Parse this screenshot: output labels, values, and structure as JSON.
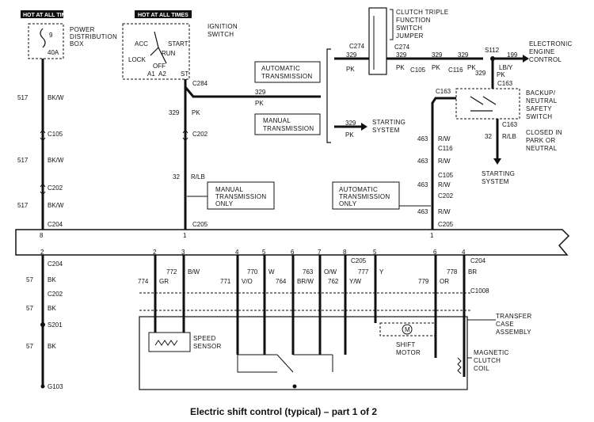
{
  "caption": "Electric shift control (typical) – part 1 of 2",
  "hot_labels": [
    "HOT AT ALL TIMES",
    "HOT AT ALL TIMES"
  ],
  "components": {
    "power_distribution_box": [
      "POWER",
      "DISTRIBUTION",
      "BOX"
    ],
    "fuse_numbers": [
      "9",
      "40A"
    ],
    "ignition_switch": [
      "IGNITION",
      "SWITCH"
    ],
    "ignition_positions": [
      "ACC",
      "LOCK",
      "OFF",
      "RUN",
      "START",
      "A1",
      "A2",
      "ST"
    ],
    "clutch_jumper": [
      "CLUTCH TRIPLE",
      "FUNCTION",
      "SWITCH",
      "JUMPER"
    ],
    "eec": [
      "ELECTRONIC",
      "ENGINE",
      "CONTROL"
    ],
    "auto_trans_1": [
      "AUTOMATIC",
      "TRANSMISSION"
    ],
    "manual_trans_1": [
      "MANUAL",
      "TRANSMISSION"
    ],
    "starting_system_1": [
      "STARTING",
      "SYSTEM"
    ],
    "backup_switch": [
      "BACKUP/",
      "NEUTRAL",
      "SAFETY",
      "SWITCH"
    ],
    "closed_note": [
      "CLOSED IN",
      "PARK OR",
      "NEUTRAL"
    ],
    "starting_system_2": [
      "STARTING",
      "SYSTEM"
    ],
    "manual_only": [
      "MANUAL",
      "TRANSMISSION",
      "ONLY"
    ],
    "auto_only": [
      "AUTOMATIC",
      "TRANSMISSION",
      "ONLY"
    ],
    "transfer_case": [
      "TRANSFER",
      "CASE",
      "ASSEMBLY"
    ],
    "speed_sensor": [
      "SPEED",
      "SENSOR"
    ],
    "shift_motor": [
      "SHIFT",
      "MOTOR"
    ],
    "magnetic_clutch": [
      "MAGNETIC",
      "CLUTCH",
      "COIL"
    ]
  },
  "connectors": [
    "C105",
    "C202",
    "C204",
    "C284",
    "C202",
    "C205",
    "C274",
    "C274",
    "C105",
    "C116",
    "S112",
    "C163",
    "C163",
    "C163",
    "C116",
    "C105",
    "C202",
    "C205",
    "C204",
    "C204",
    "C202",
    "S201",
    "G103",
    "C205",
    "C204",
    "C1008"
  ],
  "left_wire": {
    "circuit": "517",
    "color": "BK/W",
    "gnd_circuit": "57",
    "gnd_color": "BK"
  },
  "ign_wire": {
    "circuit": "329",
    "color": "PK",
    "circuit2": "32",
    "color2": "R/LB"
  },
  "top_wires": [
    {
      "circuit": "329",
      "color": "PK"
    },
    {
      "circuit": "329",
      "color": "PK"
    },
    {
      "circuit": "329",
      "color": "PK"
    },
    {
      "circuit": "329",
      "color": "PK"
    },
    {
      "circuit": "199",
      "color": "LB/Y"
    },
    {
      "circuit": "329",
      "color": "PK"
    },
    {
      "circuit": "32",
      "color": "R/LB"
    }
  ],
  "auto_wire": {
    "circuit": "463",
    "color": "R/W"
  },
  "bus_pins_top": [
    "8",
    "1",
    "1"
  ],
  "bottom_wires": [
    {
      "pin": "2",
      "circuit": "774",
      "color": "GR"
    },
    {
      "pin": "3",
      "circuit": "772",
      "color": "B/W"
    },
    {
      "pin": "4",
      "circuit": "771",
      "color": "V/O"
    },
    {
      "pin": "5",
      "circuit": "770",
      "color": "W"
    },
    {
      "pin": "6",
      "circuit": "764",
      "color": "BR/W"
    },
    {
      "pin": "7",
      "circuit": "763",
      "color": "O/W"
    },
    {
      "pin": "8",
      "circuit": "762",
      "color": "Y/W"
    },
    {
      "pin": "5",
      "circuit": "777",
      "color": "Y"
    },
    {
      "pin": "6",
      "circuit": "779",
      "color": "OR"
    },
    {
      "pin": "4",
      "circuit": "778",
      "color": "BR"
    }
  ],
  "left_bottom_pin": "2"
}
